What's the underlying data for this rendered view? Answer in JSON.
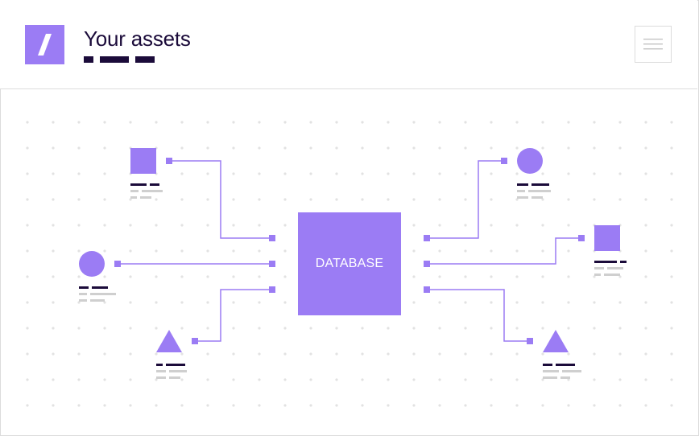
{
  "header": {
    "title": "Your assets",
    "logo_icon": "slash-logo-icon",
    "menu_icon": "hamburger-menu-icon"
  },
  "diagram": {
    "hub_label": "DATABASE",
    "nodes": [
      {
        "id": "left-top",
        "shape": "square"
      },
      {
        "id": "left-middle",
        "shape": "circle"
      },
      {
        "id": "left-bottom",
        "shape": "triangle"
      },
      {
        "id": "right-top",
        "shape": "circle"
      },
      {
        "id": "right-middle",
        "shape": "square"
      },
      {
        "id": "right-bottom",
        "shape": "triangle"
      }
    ]
  },
  "colors": {
    "accent": "#9b7cf4",
    "connector": "#9b7cf4",
    "ink": "#1b0b3a",
    "muted": "#cfcfcf",
    "grid_dot": "#e2e2e2",
    "border": "#dcdcdc"
  }
}
